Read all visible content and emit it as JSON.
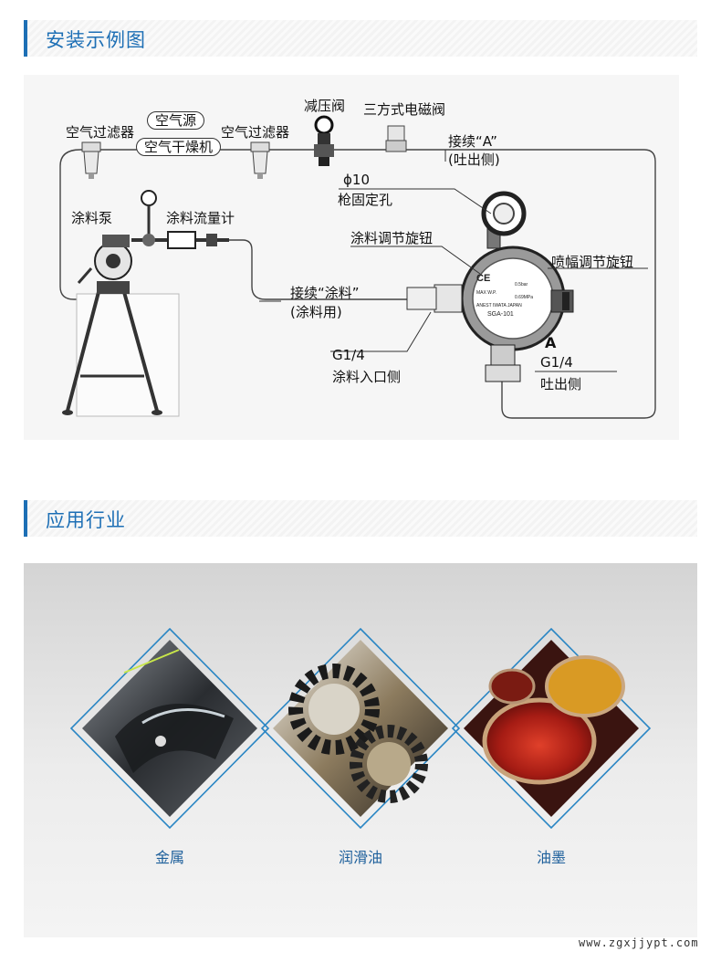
{
  "sections": {
    "install": {
      "title": "安装示例图"
    },
    "industry": {
      "title": "应用行业"
    }
  },
  "diagram": {
    "labels": {
      "air_source": "空气源",
      "air_dryer": "空气干燥机",
      "air_filter_left": "空气过滤器",
      "air_filter_right": "空气过滤器",
      "pressure_reducer": "减压阀",
      "solenoid_valve": "三方式电磁阀",
      "connect_a_1": "接续“A”",
      "connect_a_2": "(吐出侧)",
      "hole_size": "ϕ10",
      "gun_hole": "枪固定孔",
      "paint_knob": "涂料调节旋钮",
      "spray_knob": "喷幅调节旋钮",
      "paint_pump": "涂料泵",
      "flow_meter": "涂料流量计",
      "connect_paint_1": "接续“涂料”",
      "connect_paint_2": "(涂料用)",
      "inlet_size": "G1/4",
      "inlet": "涂料入口侧",
      "outlet_size": "G1/4",
      "outlet": "吐出侧",
      "port_a": "A"
    },
    "gun_plate": [
      "0.5bar",
      "MAX W.P.",
      "0.69MPa",
      "ANEST IWATA JAPAN",
      "SGA-101"
    ]
  },
  "industries": [
    {
      "name": "金属",
      "icon": "metal-helmet"
    },
    {
      "name": "润滑油",
      "icon": "gears"
    },
    {
      "name": "油墨",
      "icon": "ink-cans"
    }
  ],
  "watermark": "www.zgxjjypt.com",
  "colors": {
    "accent": "#1d6fb5",
    "caption": "#1d5f9b",
    "diamond_border": "#2a86c4"
  }
}
